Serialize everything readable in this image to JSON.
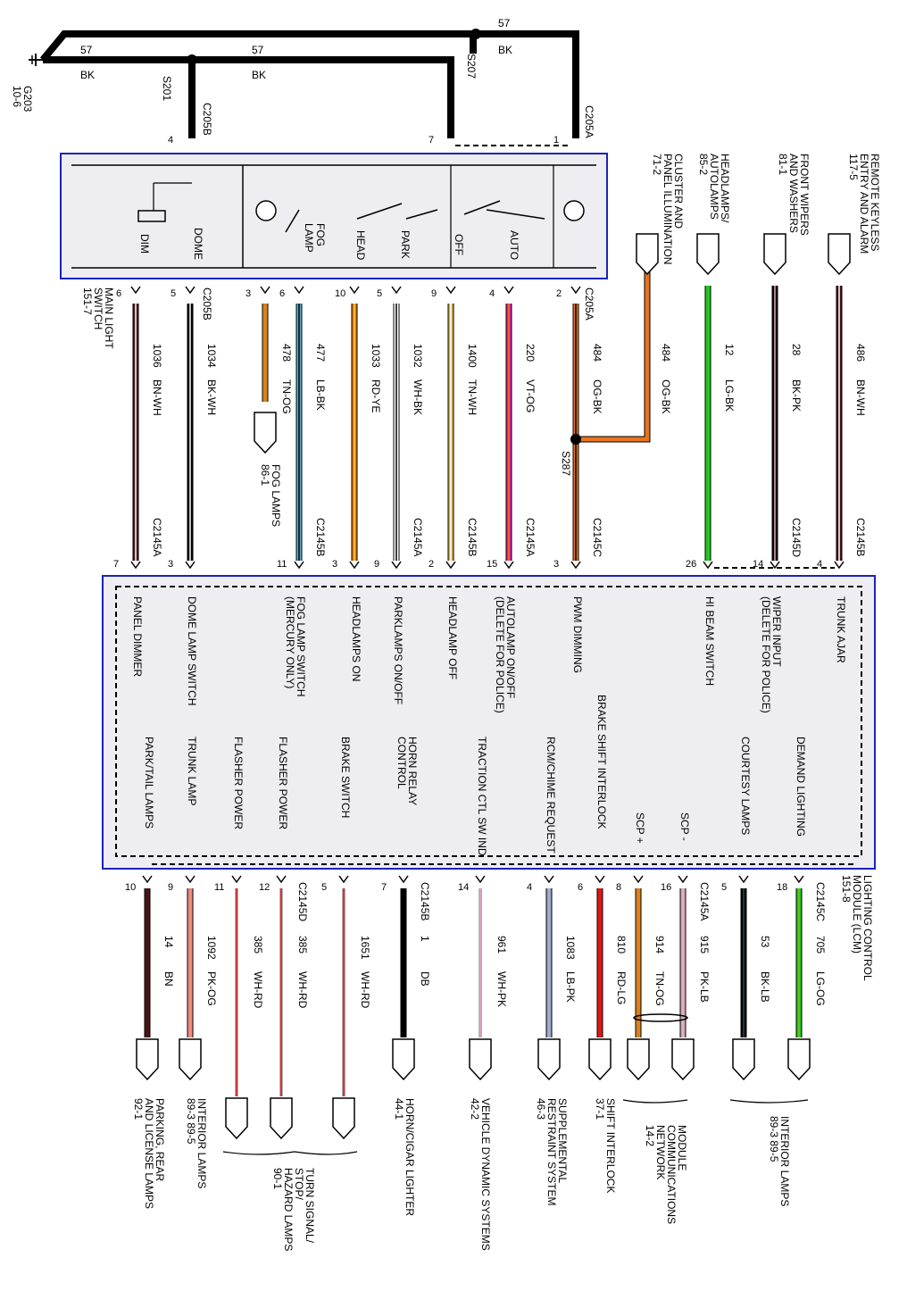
{
  "ground": {
    "name": "G203",
    "page_ref": "10-6",
    "splices": [
      "S201",
      "S207"
    ],
    "wires": [
      {
        "circuit": "57",
        "color": "BK"
      },
      {
        "circuit": "57",
        "color": "BK"
      },
      {
        "circuit": "57",
        "color": "BK"
      }
    ]
  },
  "main_light_switch": {
    "name": "MAIN LIGHT SWITCH",
    "page_ref": "151-7",
    "connectors_top": [
      "C205B",
      "C205A"
    ],
    "connectors_bottom": [
      "C205B",
      "C205A"
    ],
    "top_pins": [
      "4",
      "7",
      "1"
    ],
    "positions": [
      "DIM",
      "DOME",
      "FOG LAMP",
      "HEAD",
      "PARK",
      "OFF",
      "AUTO"
    ],
    "bottom_pins": [
      "6",
      "5",
      "3",
      "6",
      "10",
      "5",
      "9",
      "4",
      "2"
    ]
  },
  "upper_wires": [
    {
      "pin": "6",
      "circuit": "1036",
      "color": "BN-WH",
      "lcm_pin": "7",
      "lcm_conn": "C2145A",
      "lcm_label": "PANEL DIMMER"
    },
    {
      "pin": "5",
      "circuit": "1034",
      "color": "BK-WH",
      "lcm_pin": "3",
      "lcm_conn": "",
      "lcm_label": "DOME LAMP SWITCH"
    },
    {
      "pin": "3",
      "circuit": "478",
      "color": "TN-OG",
      "dest": "FOG LAMPS",
      "dest_ref": "86-1"
    },
    {
      "pin": "6",
      "circuit": "477",
      "color": "LB-BK",
      "lcm_pin": "11",
      "lcm_conn": "C2145B",
      "lcm_label": "FOG LAMP SWITCH (MERCURY ONLY)"
    },
    {
      "pin": "10",
      "circuit": "1033",
      "color": "RD-YE",
      "lcm_pin": "3",
      "lcm_conn": "",
      "lcm_label": "HEADLAMPS ON"
    },
    {
      "pin": "5",
      "circuit": "1032",
      "color": "WH-BK",
      "lcm_pin": "9",
      "lcm_conn": "C2145A",
      "lcm_label": "PARKLAMPS ON/OFF"
    },
    {
      "pin": "9",
      "circuit": "1400",
      "color": "TN-WH",
      "lcm_pin": "2",
      "lcm_conn": "C2145B",
      "lcm_label": "HEADLAMP OFF"
    },
    {
      "pin": "4",
      "circuit": "220",
      "color": "VT-OG",
      "lcm_pin": "15",
      "lcm_conn": "C2145A",
      "lcm_label": "AUTOLAMP ON/OFF (DELETE FOR POLICE)"
    },
    {
      "pin": "2",
      "circuit": "484",
      "color": "OG-BK",
      "lcm_pin": "3",
      "lcm_conn": "C2145C",
      "lcm_label": "PWM DIMMING"
    },
    {
      "pin": "",
      "circuit": "484",
      "color": "OG-BK",
      "dest": "CLUSTER AND PANEL ILLUMINATION",
      "dest_ref": "71-2",
      "splice": "S287"
    },
    {
      "pin": "",
      "circuit": "12",
      "color": "LG-BK",
      "dest": "HEADLAMPS/ AUTOLAMPS",
      "dest_ref": "85-2",
      "lcm_pin": "26",
      "lcm_conn": "",
      "lcm_label": "HI BEAM SWITCH"
    },
    {
      "pin": "",
      "circuit": "28",
      "color": "BK-PK",
      "dest": "FRONT WIPERS AND WASHERS",
      "dest_ref": "81-1",
      "lcm_pin": "14",
      "lcm_conn": "C2145D",
      "lcm_label": "WIPER INPUT (DELETE FOR POLICE)"
    },
    {
      "pin": "",
      "circuit": "486",
      "color": "BN-WH",
      "dest": "REMOTE KEYLESS ENTRY AND ALARM",
      "dest_ref": "117-5",
      "lcm_pin": "4",
      "lcm_conn": "C2145B",
      "lcm_label": "TRUNK AJAR"
    }
  ],
  "lcm": {
    "name": "LIGHTING CONTROL MODULE (LCM)",
    "page_ref": "151-8"
  },
  "lower_wires": [
    {
      "label": "PARK/TAIL LAMPS",
      "pin": "10",
      "conn": "",
      "circuit": "14",
      "color": "BN"
    },
    {
      "label": "TRUNK LAMP",
      "pin": "9",
      "conn": "",
      "circuit": "1092",
      "color": "PK-OG"
    },
    {
      "label": "FLASHER POWER",
      "pin": "11",
      "conn": "",
      "circuit": "385",
      "color": "WH-RD"
    },
    {
      "label": "FLASHER POWER",
      "pin": "12",
      "conn": "C2145D",
      "circuit": "385",
      "color": "WH-RD"
    },
    {
      "label": "BRAKE SWITCH",
      "pin": "5",
      "conn": "",
      "circuit": "1651",
      "color": "WH-RD"
    },
    {
      "label": "HORN RELAY CONTROL",
      "pin": "7",
      "conn": "C2145B",
      "circuit": "1",
      "color": "DB"
    },
    {
      "label": "TRACTION CTL SW IND",
      "pin": "14",
      "conn": "",
      "circuit": "961",
      "color": "WH-PK"
    },
    {
      "label": "RCM/CHIME REQUEST",
      "pin": "4",
      "conn": "",
      "circuit": "1083",
      "color": "LB-PK"
    },
    {
      "label": "BRAKE SHIFT INTERLOCK",
      "pin": "6",
      "conn": "",
      "circuit": "810",
      "color": "RD-LG"
    },
    {
      "label": "SCP +",
      "pin": "8",
      "conn": "",
      "circuit": "914",
      "color": "TN-OG"
    },
    {
      "label": "SCP -",
      "pin": "16",
      "conn": "C2145A",
      "circuit": "915",
      "color": "PK-LB"
    },
    {
      "label": "COURTESY LAMPS",
      "pin": "5",
      "conn": "",
      "circuit": "53",
      "color": "BK-LB"
    },
    {
      "label": "DEMAND LIGHTING",
      "pin": "18",
      "conn": "C2145C",
      "circuit": "705",
      "color": "LG-OG"
    }
  ],
  "destinations": [
    {
      "text": "PARKING, REAR AND LICENSE LAMPS",
      "ref": "92-1"
    },
    {
      "text": "INTERIOR LAMPS",
      "ref": "89-3   89-5"
    },
    {
      "text": "TURN SIGNAL/ STOP/ HAZARD LAMPS",
      "ref": "90-1"
    },
    {
      "text": "HORN/CIGAR LIGHTER",
      "ref": "44-1"
    },
    {
      "text": "VEHICLE DYNAMIC SYSTEMS",
      "ref": "42-2"
    },
    {
      "text": "SUPPLEMENTAL RESTRAINT SYSTEM",
      "ref": "46-3"
    },
    {
      "text": "SHIFT INTERLOCK",
      "ref": "37-1"
    },
    {
      "text": "MODULE COMMUNICATIONS NETWORK",
      "ref": "14-2"
    },
    {
      "text": "INTERIOR LAMPS",
      "ref": "89-3   89-5"
    }
  ],
  "colors": {
    "box_border": "#1c23b8",
    "box_fill": "#ededf2",
    "wire_bn": "#4a1414",
    "wire_tn": "#d18a1e",
    "wire_lb": "#5ab0d0",
    "wire_og": "#e8741c",
    "wire_vt": "#e0209a",
    "wire_lg": "#21c81e",
    "wire_rd": "#e01818"
  }
}
